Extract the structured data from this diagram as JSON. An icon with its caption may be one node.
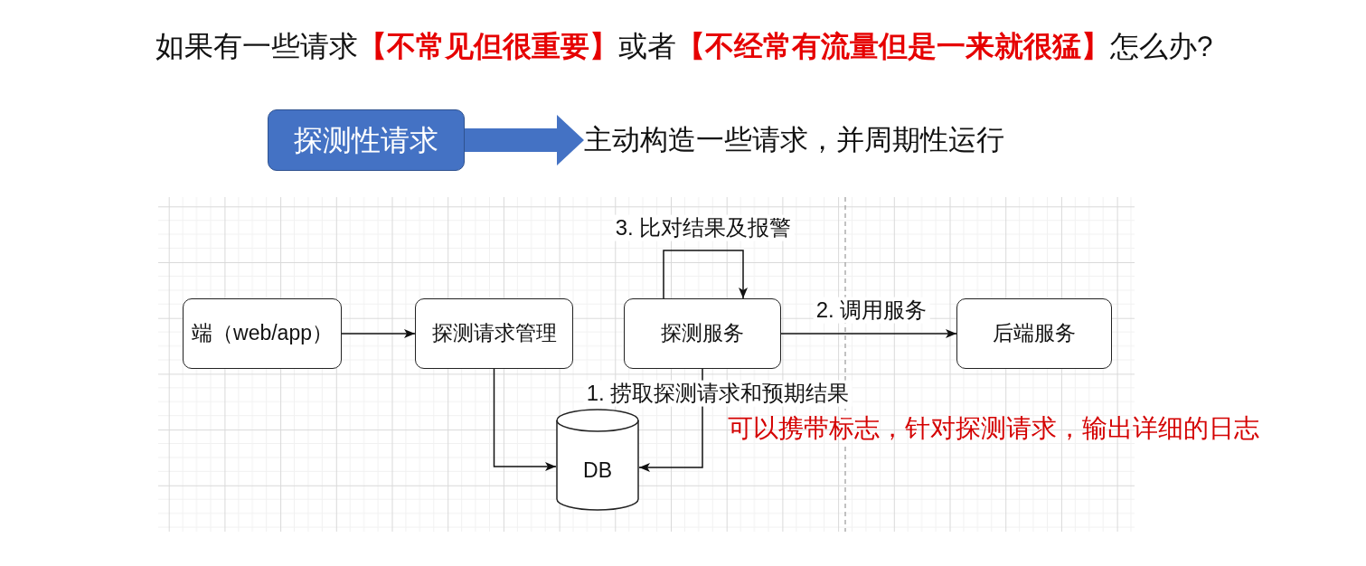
{
  "diagram": {
    "title": "如果有一些请求**【不常见但很重要】**或者**【不经常有流量但是一来就很猛】**怎么办?",
    "nodes": [
      {
        "text": [
          "探测性请求"
        ]
      },
      {
        "text": [
          "主动构造一些请求，并周期性运行"
        ]
      },
      {
        "text": [
          "端（web/app）"
        ]
      },
      {
        "text": [
          "探测请求管理"
        ]
      },
      {
        "text": [
          "探测服务"
        ]
      },
      {
        "text": [
          "后端服务"
        ]
      },
      {
        "text": [
          "DB"
        ]
      }
    ],
    "edges": [
      {
        "from": 0,
        "to": 1,
        "arrow": "to",
        "style": "thick",
        "color": "#4472c4"
      },
      {
        "from": 2,
        "to": 3,
        "arrow": "to"
      },
      {
        "from": 3,
        "to": 6,
        "arrow": "to"
      },
      {
        "from": 4,
        "to": 6,
        "arrow": "to",
        "label": "1. 捞取探测请求和预期结果"
      },
      {
        "from": 4,
        "to": 5,
        "arrow": "to",
        "label": "2. 调用服务"
      },
      {
        "from": 4,
        "to": 4,
        "arrow": "to",
        "label": "3. 比对结果及报警"
      }
    ],
    "labels": [
      "可以携带标志，针对探测请求，输出详细的日志"
    ]
  }
}
